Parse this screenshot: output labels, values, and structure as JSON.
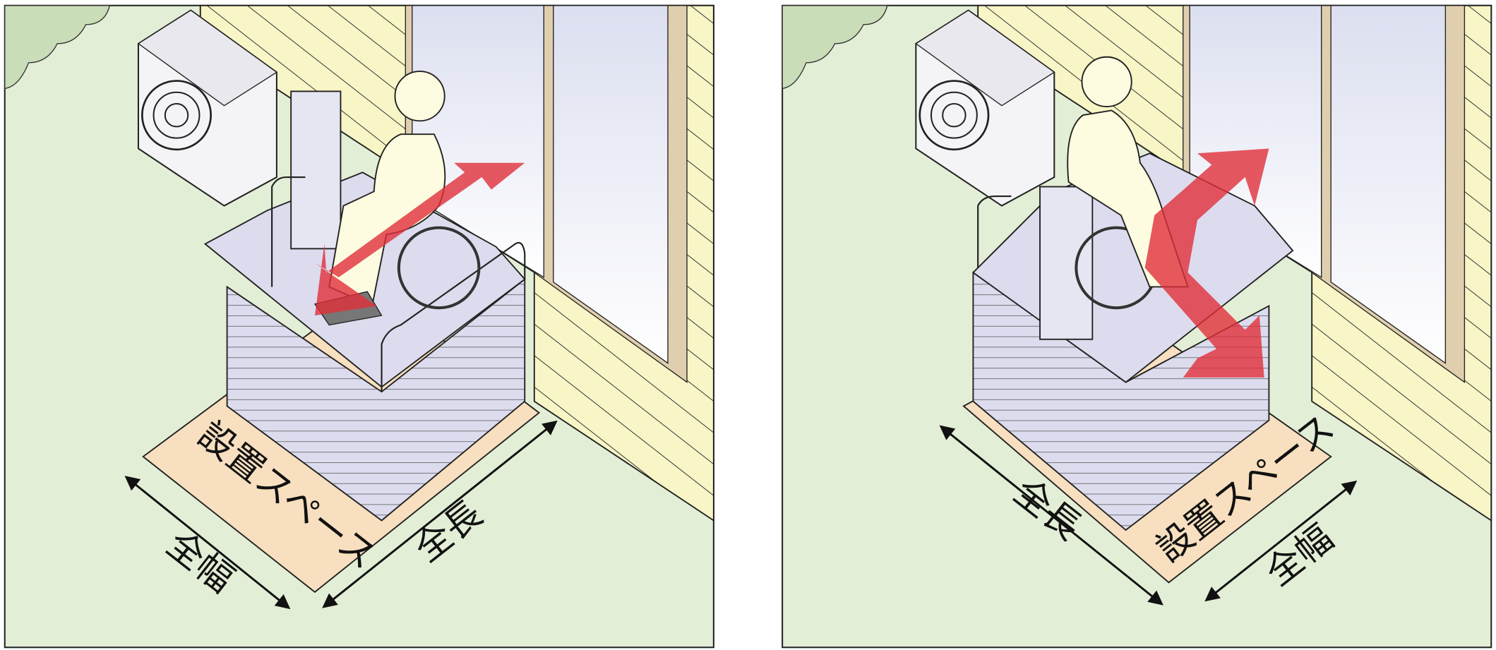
{
  "colors": {
    "ground": "#e3eed6",
    "wall": "#f8f5c6",
    "pad": "#f7dfbf",
    "lift": "#dcdcee",
    "arrow": "#e0303a",
    "glass": "#eef0f8"
  },
  "panels": [
    {
      "install_space_label": "設置スペース",
      "width_label": "全幅",
      "length_label": "全長",
      "arrow_style": "straight-through"
    },
    {
      "install_space_label": "設置スペース",
      "width_label": "全幅",
      "length_label": "全長",
      "arrow_style": "right-angle-turn"
    }
  ]
}
